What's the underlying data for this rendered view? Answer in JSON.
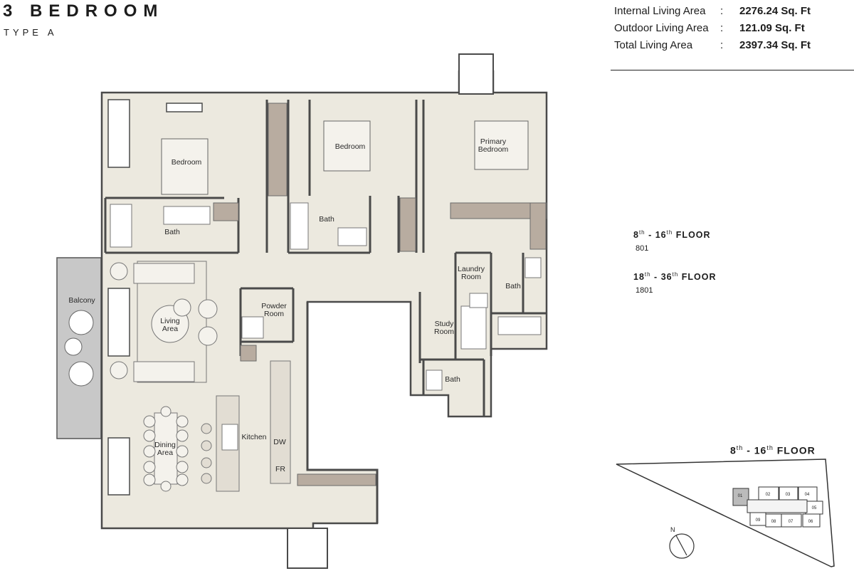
{
  "header": {
    "title": "3 BEDROOM",
    "subtitle": "TYPE A"
  },
  "areas": [
    {
      "label": "Internal Living Area",
      "sep": ":",
      "value": "2276.24 Sq. Ft"
    },
    {
      "label": "Outdoor Living Area",
      "sep": ":",
      "value": "121.09 Sq. Ft"
    },
    {
      "label": "Total Living Area",
      "sep": ":",
      "value": "2397.34 Sq. Ft"
    }
  ],
  "floors": [
    {
      "range_a": "8",
      "sup_a": "th",
      "range_b": "16",
      "sup_b": "th",
      "suffix": "FLOOR",
      "unit": "801"
    },
    {
      "range_a": "18",
      "sup_a": "th",
      "range_b": "36",
      "sup_b": "th",
      "suffix": "FLOOR",
      "unit": "1801"
    }
  ],
  "key_plan": {
    "title_a": "8",
    "sup_a": "th",
    "title_b": "16",
    "sup_b": "th",
    "suffix": "FLOOR",
    "units": [
      "01",
      "02",
      "03",
      "04",
      "05",
      "06",
      "07",
      "08",
      "09"
    ],
    "north": "N"
  },
  "rooms": {
    "bedroom_1": "Bedroom",
    "bedroom_2": "Bedroom",
    "primary_1": "Primary",
    "primary_2": "Bedroom",
    "bath_1": "Bath",
    "bath_2": "Bath",
    "bath_3": "Bath",
    "bath_4": "Bath",
    "balcony": "Balcony",
    "living_1": "Living",
    "living_2": "Area",
    "powder_1": "Powder",
    "powder_2": "Room",
    "laundry_1": "Laundry",
    "laundry_2": "Room",
    "study_1": "Study",
    "study_2": "Room",
    "kitchen": "Kitchen",
    "dining_1": "Dining",
    "dining_2": "Area",
    "dw": "DW",
    "fr": "FR"
  },
  "colors": {
    "floor_fill": "#ece9df",
    "wall": "#4a4a4a",
    "joinery": "#b8aca0",
    "balcony": "#c8c8c8"
  }
}
